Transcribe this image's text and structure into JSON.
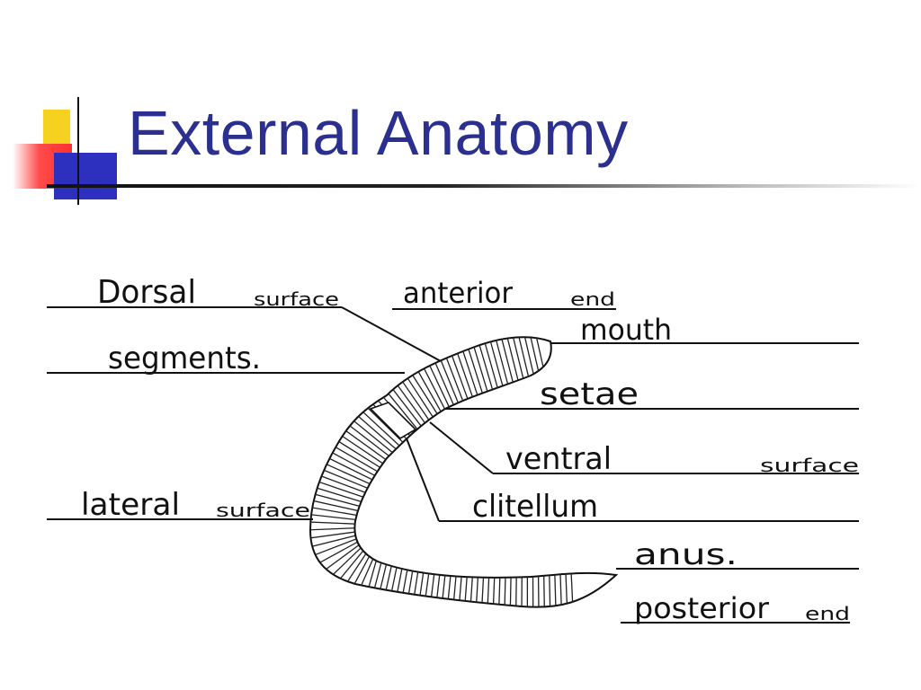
{
  "title": "External Anatomy",
  "labels": {
    "dorsal": "Dorsal",
    "dorsal_surface": "surface",
    "anterior": "anterior",
    "anterior_end": "end",
    "mouth": "mouth",
    "segments": "segments.",
    "setae": "setae",
    "ventral": "ventral",
    "ventral_surface": "surface",
    "lateral": "lateral",
    "lateral_surface": "surface",
    "clitellum": "clitellum",
    "anus": "anus.",
    "posterior": "posterior",
    "posterior_end": "end"
  },
  "colors": {
    "title": "#2b2f8f",
    "accent_yellow": "#f4d21f",
    "accent_blue": "#2d2fbe",
    "accent_red": "#ff3030"
  }
}
